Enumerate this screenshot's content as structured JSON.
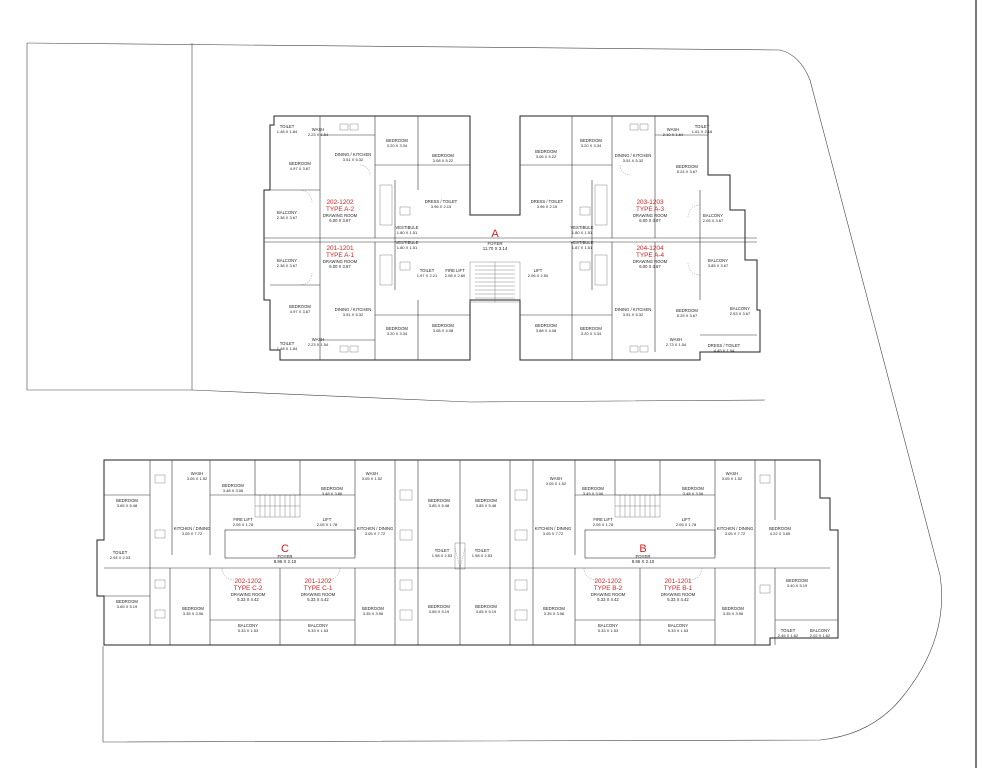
{
  "labels": {
    "block_a": {
      "letter": "A",
      "foyer": "FOYER",
      "foyer_dim": "11.70 X 3.14",
      "fire_lift": "FIRE LIFT",
      "fire_lift_dim": "2.08 X 2.60",
      "lift": "LIFT",
      "lift_dim": "2.06 X 2.50",
      "units": {
        "a2": {
          "code": "202-1202",
          "type": "TYPE A-2",
          "room": "DRAWING ROOM",
          "dim": "6.00 X 3.67"
        },
        "a1": {
          "code": "201-1201",
          "type": "TYPE A-1",
          "room": "DRAWING ROOM",
          "dim": "6.00 X 3.67"
        },
        "a3": {
          "code": "203-1203",
          "type": "TYPE A-3",
          "room": "DRAWING ROOM",
          "dim": "6.00 X 3.67"
        },
        "a4": {
          "code": "204-1204",
          "type": "TYPE A-4",
          "room": "DRAWING ROOM",
          "dim": "6.00 X 3.67"
        }
      },
      "rooms": {
        "wash_tl": {
          "name": "WASH",
          "dim": "2.23 X 1.54"
        },
        "toilet_tl": {
          "name": "TOILET",
          "dim": "1.48 X 1.84"
        },
        "bed_tl": {
          "name": "BEDROOM",
          "dim": "4.97 X 3.67"
        },
        "dining_tl": {
          "name": "DINING / KITCHEN",
          "dim": "3.51 X 5.32"
        },
        "bed_tl2": {
          "name": "BEDROOM",
          "dim": "3.20 X 3.34"
        },
        "bed_tl3": {
          "name": "BEDROOM",
          "dim": "3.08 X 5.22"
        },
        "balcony_tl": {
          "name": "BALCONY",
          "dim": "2.38 X 3.67"
        },
        "dress_tl": {
          "name": "DRESS / TOILET",
          "dim": "3.96 X 2.15"
        },
        "vest_tl": {
          "name": "VESTIBULE",
          "dim": "1.80 X 1.51"
        },
        "vest_tl2": {
          "name": "VESTIBULE",
          "dim": "1.80 X 1.51"
        },
        "balcony_bl": {
          "name": "BALCONY",
          "dim": "2.38 X 3.67"
        },
        "toilet_bl2": {
          "name": "TOILET",
          "dim": "1.97 X 2.21"
        },
        "bed_bl": {
          "name": "BEDROOM",
          "dim": "4.97 X 3.67"
        },
        "dining_bl": {
          "name": "DINING / KITCHEN",
          "dim": "3.51 X 5.32"
        },
        "bed_bl2": {
          "name": "BEDROOM",
          "dim": "3.20 X 3.34"
        },
        "bed_bl3": {
          "name": "BEDROOM",
          "dim": "3.08 X 4.08"
        },
        "wash_bl": {
          "name": "WASH",
          "dim": "2.23 X 1.54"
        },
        "toilet_bl": {
          "name": "TOILET",
          "dim": "1.48 X 1.84"
        },
        "bed_tr": {
          "name": "BEDROOM",
          "dim": "3.06 X 5.22"
        },
        "bed_tr2": {
          "name": "BEDROOM",
          "dim": "3.20 X 3.34"
        },
        "dining_tr": {
          "name": "DINING / KITCHEN",
          "dim": "3.51 X 5.32"
        },
        "wash_tr": {
          "name": "WASH",
          "dim": "2.10 X 1.64"
        },
        "toilet_tr": {
          "name": "TOILET",
          "dim": "1.61 X 2.16"
        },
        "bed_tr3": {
          "name": "BEDROOM",
          "dim": "5.24 X 3.67"
        },
        "dress_tr": {
          "name": "DRESS / TOILET",
          "dim": "3.96 X 2.15"
        },
        "balcony_tr": {
          "name": "BALCONY",
          "dim": "2.05 X 3.67"
        },
        "vest_tr": {
          "name": "VESTIBULE",
          "dim": "1.80 X 1.51"
        },
        "vest_tr2": {
          "name": "VESTIBULE",
          "dim": "1.87 X 1.51"
        },
        "balcony_br": {
          "name": "BALCONY",
          "dim": "3.85 X 3.67"
        },
        "bed_br": {
          "name": "BEDROOM",
          "dim": "3.88 X 4.08"
        },
        "bed_br2": {
          "name": "BEDROOM",
          "dim": "3.20 X 3.34"
        },
        "dining_br": {
          "name": "DINING / KITCHEN",
          "dim": "3.51 X 5.32"
        },
        "bed_br3": {
          "name": "BEDROOM",
          "dim": "5.25 X 3.67"
        },
        "balcony_br2": {
          "name": "BALCONY",
          "dim": "2.53 X 3.67"
        },
        "wash_br": {
          "name": "WASH",
          "dim": "2.73 X 1.54"
        },
        "dress_br": {
          "name": "DRESS / TOILET",
          "dim": "4.45 X 1.54"
        }
      }
    },
    "block_c": {
      "letter": "C",
      "foyer": "FOYER",
      "foyer_dim": "8.95 X 2.10",
      "fire_lift": "FIRE LIFT",
      "fire_lift_dim": "2.05 X 1.78",
      "lift": "LIFT",
      "lift_dim": "2.05 X 1.78",
      "units": {
        "c2": {
          "code": "202-1202",
          "type": "TYPE C-2",
          "room": "DRAWING ROOM",
          "dim": "5.33 X 4.42"
        },
        "c1": {
          "code": "201-1202",
          "type": "TYPE C-1",
          "room": "DRAWING ROOM",
          "dim": "5.33 X 4.42"
        }
      },
      "rooms": {
        "bed1": {
          "name": "BEDROOM",
          "dim": "3.65 X 5.48"
        },
        "wash1": {
          "name": "WASH",
          "dim": "3.05 X 1.52"
        },
        "bed2": {
          "name": "BEDROOM",
          "dim": "3.48 X 3.06"
        },
        "kitchen1": {
          "name": "KITCHEN / DINING",
          "dim": "3.05 X 7.72"
        },
        "toilet1": {
          "name": "TOILET",
          "dim": "2.94 X 2.03"
        },
        "bed3": {
          "name": "BEDROOM",
          "dim": "3.65 X 5.19"
        },
        "bed4": {
          "name": "BEDROOM",
          "dim": "3.35 X 3.96"
        },
        "balcony1": {
          "name": "BALCONY",
          "dim": "5.33 X 1.53"
        },
        "balcony2": {
          "name": "BALCONY",
          "dim": "5.33 X 1.53"
        },
        "bed5": {
          "name": "BEDROOM",
          "dim": "3.48 X 3.86"
        },
        "wash2": {
          "name": "WASH",
          "dim": "3.05 X 1.52"
        },
        "kitchen2": {
          "name": "KITCHEN / DINING",
          "dim": "3.05 X 7.72"
        },
        "bed6": {
          "name": "BEDROOM",
          "dim": "3.85 X 5.48"
        },
        "bed7": {
          "name": "BEDROOM",
          "dim": "3.35 X 3.96"
        },
        "bed8": {
          "name": "BEDROOM",
          "dim": "3.65 X 5.19"
        }
      }
    },
    "block_mid": {
      "bed1": {
        "name": "BEDROOM",
        "dim": "3.85 X 5.48"
      },
      "toilet1": {
        "name": "TOILET",
        "dim": "1.98 X 2.53"
      },
      "toilet2": {
        "name": "TOILET",
        "dim": "1.98 X 2.53"
      },
      "bed2": {
        "name": "BEDROOM",
        "dim": "3.65 X 5.19"
      }
    },
    "block_b": {
      "letter": "B",
      "foyer": "FOYER",
      "foyer_dim": "8.95 X 2.10",
      "fire_lift": "FIRE LIFT",
      "fire_lift_dim": "2.05 X 1.78",
      "lift": "LIFT",
      "lift_dim": "2.05 X 1.78",
      "units": {
        "b2": {
          "code": "202-1202",
          "type": "TYPE B-2",
          "room": "DRAWING ROOM",
          "dim": "5.33 X 4.42"
        },
        "b1": {
          "code": "201-1201",
          "type": "TYPE B-1",
          "room": "DRAWING ROOM",
          "dim": "5.33 X 4.42"
        }
      },
      "rooms": {
        "wash1": {
          "name": "WASH",
          "dim": "3.05 X 1.52"
        },
        "bed1": {
          "name": "BEDROOM",
          "dim": "3.49 X 3.06"
        },
        "kitchen1": {
          "name": "KITCHEN / DINING",
          "dim": "3.05 X 7.72"
        },
        "bed2": {
          "name": "BEDROOM",
          "dim": "3.35 X 3.96"
        },
        "balcony1": {
          "name": "BALCONY",
          "dim": "5.33 X 1.53"
        },
        "balcony2": {
          "name": "BALCONY",
          "dim": "5.33 X 1.53"
        },
        "bed3": {
          "name": "BEDROOM",
          "dim": "3.48 X 3.06"
        },
        "wash2": {
          "name": "WASH",
          "dim": "3.05 X 1.52"
        },
        "kitchen2": {
          "name": "KITCHEN / DINING",
          "dim": "3.05 X 7.72"
        },
        "bed4": {
          "name": "BEDROOM",
          "dim": "4.22 X 3.65"
        },
        "bed5": {
          "name": "BEDROOM",
          "dim": "3.35 X 3.96"
        },
        "bed6": {
          "name": "BEDROOM",
          "dim": "3.40 X 5.19"
        },
        "toilet1": {
          "name": "TOILET",
          "dim": "2.45 X 1.62"
        },
        "balcony3": {
          "name": "BALCONY",
          "dim": "2.02 X 1.62"
        }
      }
    }
  }
}
